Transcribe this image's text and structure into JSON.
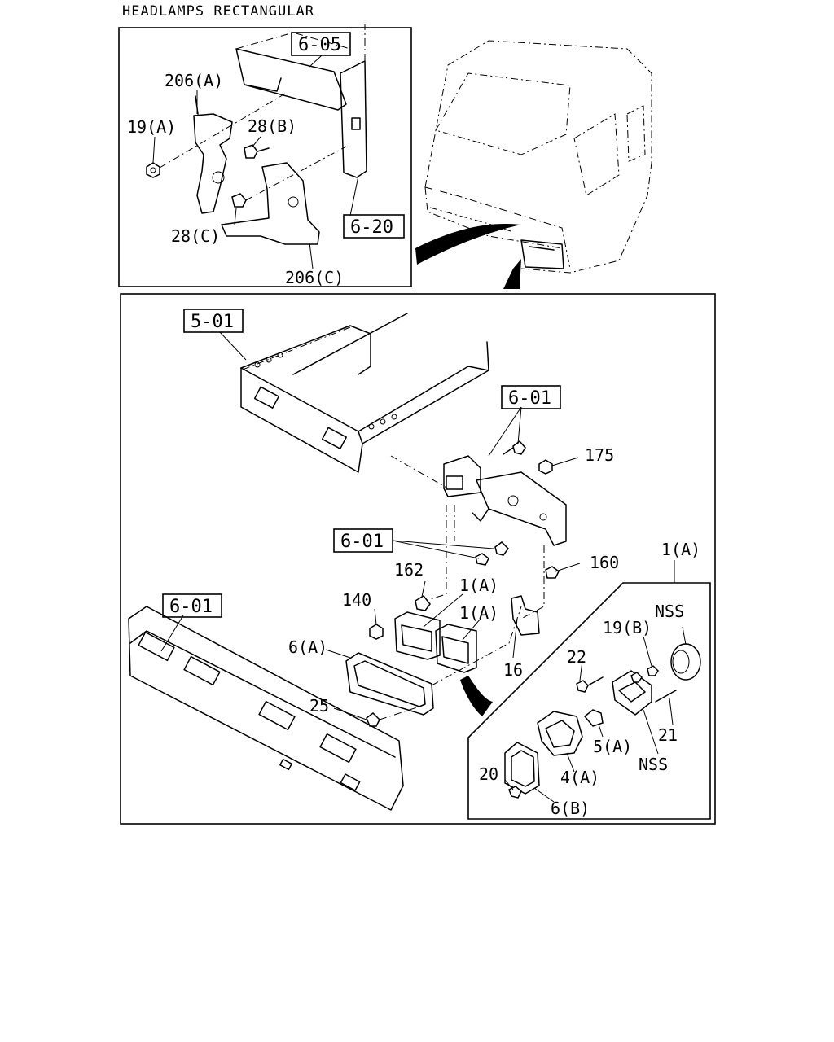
{
  "title": "HEADLAMPS RECTANGULAR",
  "refs": {
    "r605": "6-05",
    "r620": "6-20",
    "r501": "5-01",
    "r601a": "6-01",
    "r601b": "6-01",
    "r601c": "6-01"
  },
  "labels": {
    "l206a": "206(A)",
    "l19a": "19(A)",
    "l28b": "28(B)",
    "l28c": "28(C)",
    "l206c": "206(C)",
    "l175": "175",
    "l160": "160",
    "l162": "162",
    "l140": "140",
    "l1a_1": "1(A)",
    "l1a_2": "1(A)",
    "l1a_3": "1(A)",
    "l6a": "6(A)",
    "l16": "16",
    "l25": "25",
    "l19b": "19(B)",
    "l22": "22",
    "lnss1": "NSS",
    "lnss2": "NSS",
    "l21": "21",
    "l5a": "5(A)",
    "l4a": "4(A)",
    "l20": "20",
    "l6b": "6(B)"
  }
}
